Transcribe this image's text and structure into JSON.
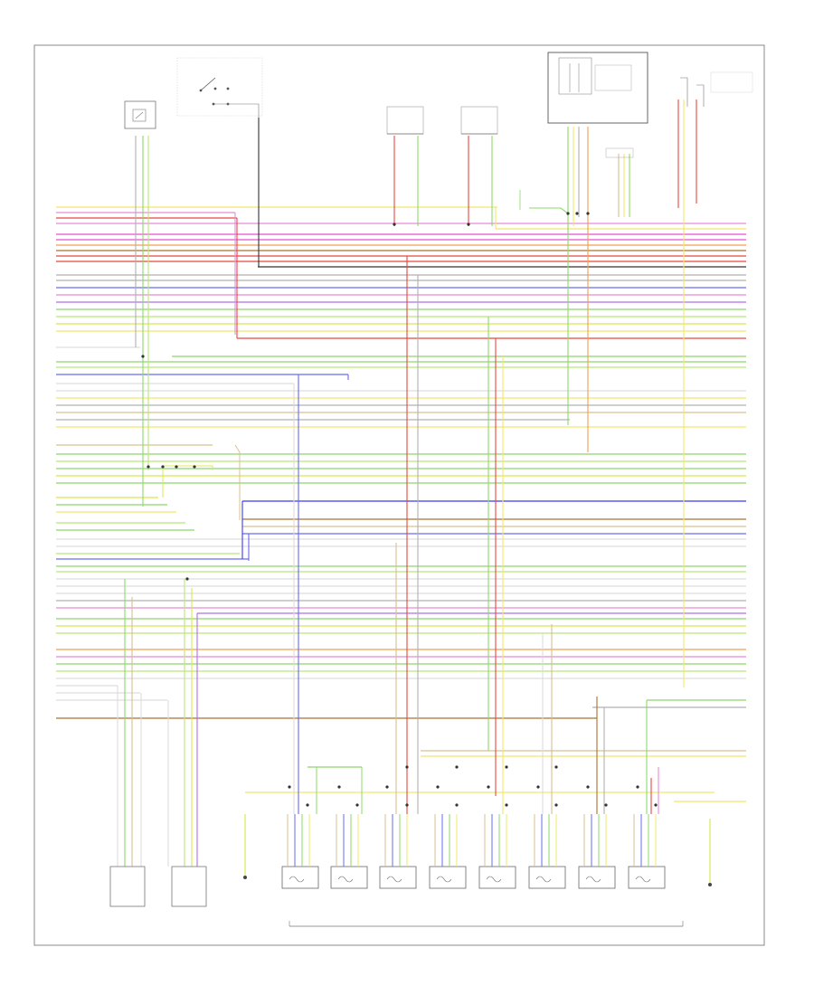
{
  "footer": {
    "left_code": "",
    "bus_label": ""
  },
  "components": {
    "top": [
      {
        "name": "relay-top-left"
      },
      {
        "name": "ignition-switch"
      },
      {
        "name": "sensor-top-center-1"
      },
      {
        "name": "sensor-top-center-2"
      },
      {
        "name": "module-top-right"
      },
      {
        "name": "sensor-top-far-right"
      }
    ],
    "bottom": [
      {
        "name": "sensor-bottom-left-1"
      },
      {
        "name": "sensor-bottom-left-2"
      },
      {
        "name": "ground-left"
      },
      {
        "name": "coil-1"
      },
      {
        "name": "coil-2"
      },
      {
        "name": "coil-3"
      },
      {
        "name": "coil-4"
      },
      {
        "name": "coil-5"
      },
      {
        "name": "coil-6"
      },
      {
        "name": "coil-7"
      },
      {
        "name": "coil-8"
      },
      {
        "name": "ground-right"
      }
    ]
  },
  "wire_colors": {
    "yellow": "#f2e86a",
    "red": "#e8473e",
    "pink": "#e88ad8",
    "magenta": "#e54fd4",
    "orange": "#f0a050",
    "brown": "#a8742e",
    "black": "#333333",
    "gray": "#b0b0b0",
    "blue": "#6a6af0",
    "dark_blue": "#3a3af0",
    "violet": "#b070e8",
    "green": "#8ed86a",
    "light_green": "#b8e87a",
    "yellow_green": "#d8e850",
    "white": "#dddddd",
    "tan": "#d8c090"
  }
}
